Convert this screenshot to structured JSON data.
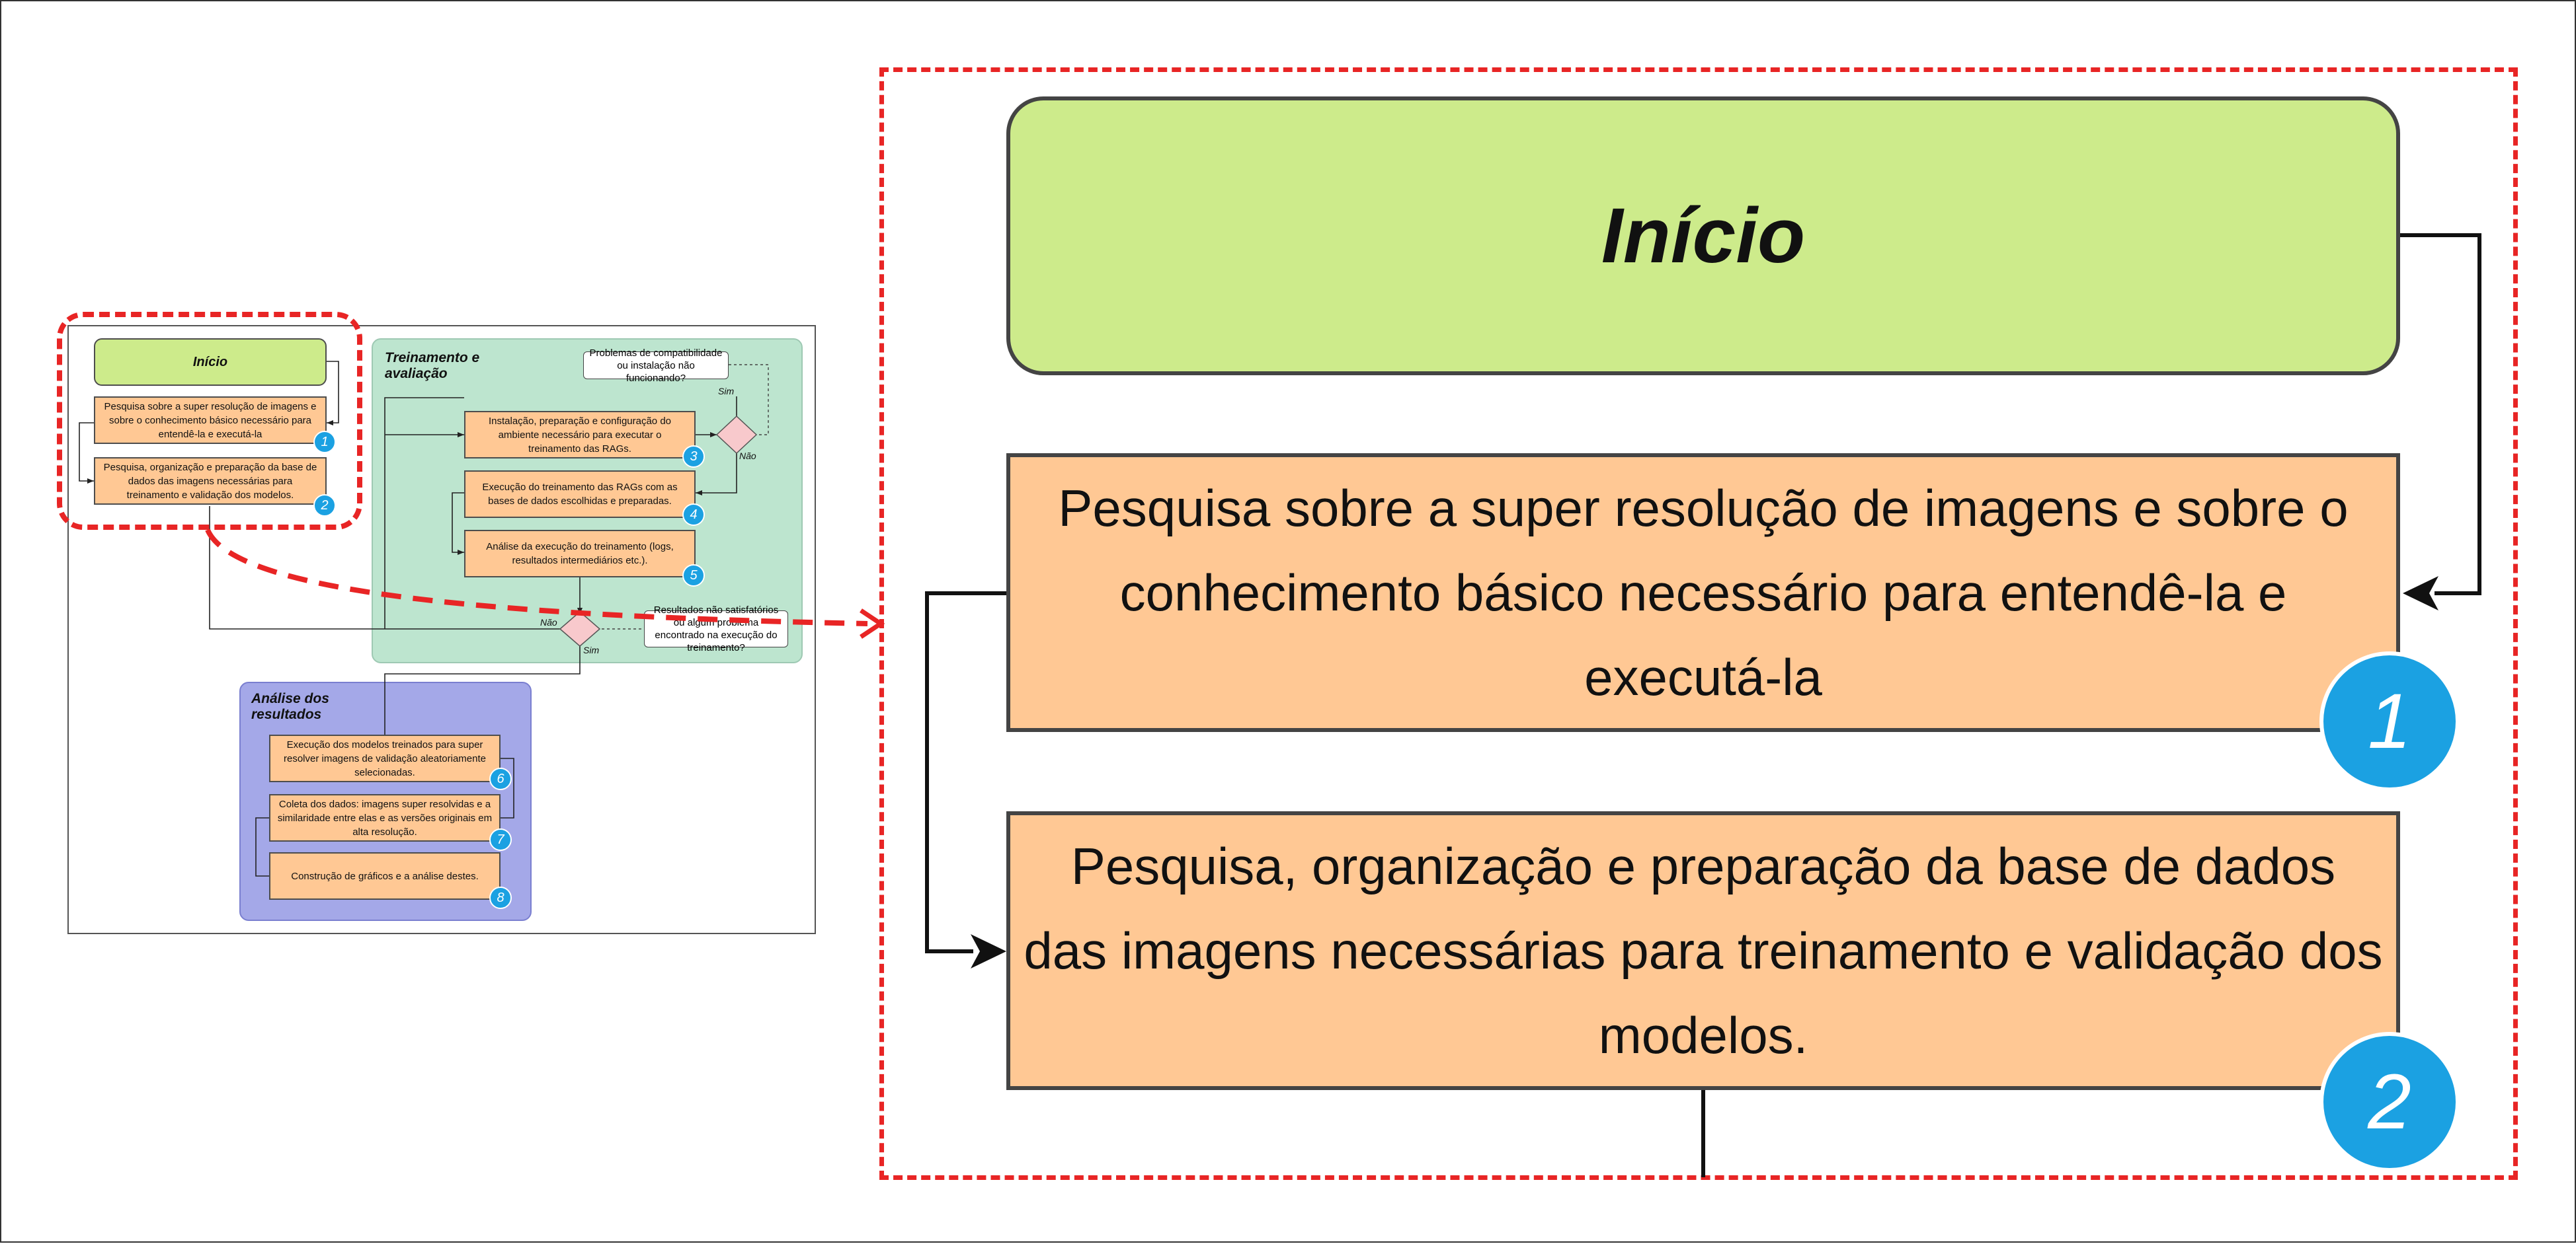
{
  "overview": {
    "groups": {
      "training": "Treinamento e avaliação",
      "analysis": "Análise dos resultados"
    }
  },
  "steps": {
    "start": "Início",
    "s1": "Pesquisa sobre a super resolução de imagens e sobre o conhecimento básico necessário para entendê-la e executá-la",
    "s2": "Pesquisa, organização e preparação da base de dados das imagens necessárias para treinamento e validação dos modelos.",
    "s3": "Instalação, preparação e configuração do ambiente necessário para executar o treinamento das RAGs.",
    "s4": "Execução do treinamento das RAGs com as bases de dados escolhidas e preparadas.",
    "s5": "Análise da execução do treinamento (logs, resultados intermediários etc.).",
    "s6": "Execução dos modelos treinados para super resolver imagens de validação aleatoriamente selecionadas.",
    "s7": "Coleta dos dados: imagens super resolvidas e a similaridade entre elas e as versões originais em alta resolução.",
    "s8": "Construção de gráficos e a análise destes."
  },
  "badges": {
    "b1": "1",
    "b2": "2",
    "b3": "3",
    "b4": "4",
    "b5": "5",
    "b6": "6",
    "b7": "7",
    "b8": "8"
  },
  "notes": {
    "compat": "Problemas de compatibilidade ou instalação não funcionando?",
    "results": "Resultados não satisfatórios ou algum problema encontrado na execução do treinamento?"
  },
  "labels": {
    "yes": "Sim",
    "no": "Não"
  },
  "colors": {
    "start_box": "#cdeb8b",
    "step_box": "#ffc894",
    "badge": "#1ba1e2",
    "training_group": "#bde5cf",
    "analysis_group": "#a4a8e8",
    "decision": "#f8c9cc",
    "highlight": "#e82525"
  }
}
